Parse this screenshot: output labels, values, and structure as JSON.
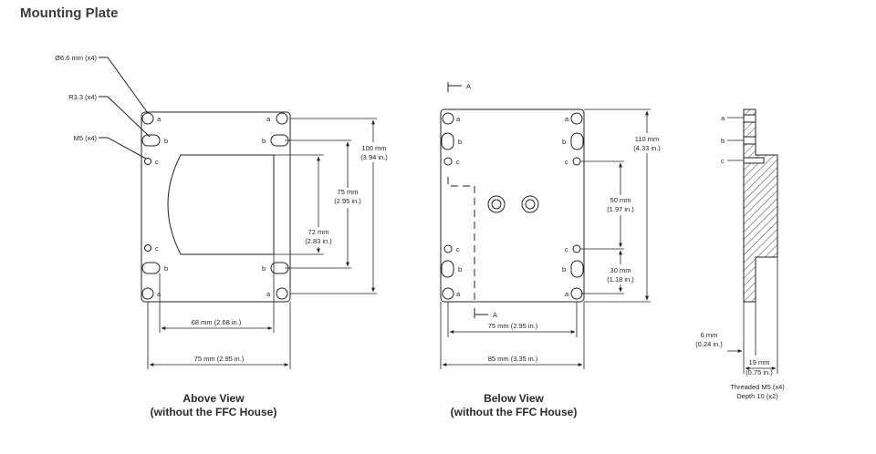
{
  "page_title": "Mounting Plate",
  "callouts": {
    "hole_diameter": "Ø6.6 mm (x4)",
    "slot_radius": "R3.3 (x4)",
    "thread": "M5 (x4)"
  },
  "hole_letters": {
    "a": "a",
    "b": "b",
    "c": "c"
  },
  "section_marker": "A",
  "above_view": {
    "caption_line1": "Above View",
    "caption_line2": "(without the FFC House)",
    "dims": {
      "h100": [
        "100 mm",
        "(3.94 in.)"
      ],
      "h75": [
        "75 mm",
        "(2.95 in.)"
      ],
      "h72": [
        "72 mm",
        "(2.83 in.)"
      ],
      "w68": "68 mm (2.68 in.)",
      "w75": "75 mm (2.95 in.)"
    }
  },
  "below_view": {
    "caption_line1": "Below View",
    "caption_line2": "(without the FFC House)",
    "dims": {
      "h110": [
        "110 mm",
        "(4.33 in.)"
      ],
      "h50": [
        "50 mm",
        "(1.97 in.)"
      ],
      "h30": [
        "30 mm",
        "(1.18 in.)"
      ],
      "w75": "75 mm (2.95 in.)",
      "w85": "85 mm (3.35 in.)"
    }
  },
  "side_view": {
    "dims": {
      "t6": [
        "6 mm",
        "(0.24 in.)"
      ],
      "t19": [
        "19 mm",
        "(0.75 in.)"
      ]
    },
    "note_line1": "Threaded M5 (x4)",
    "note_line2": "Depth 10 (x2)"
  }
}
